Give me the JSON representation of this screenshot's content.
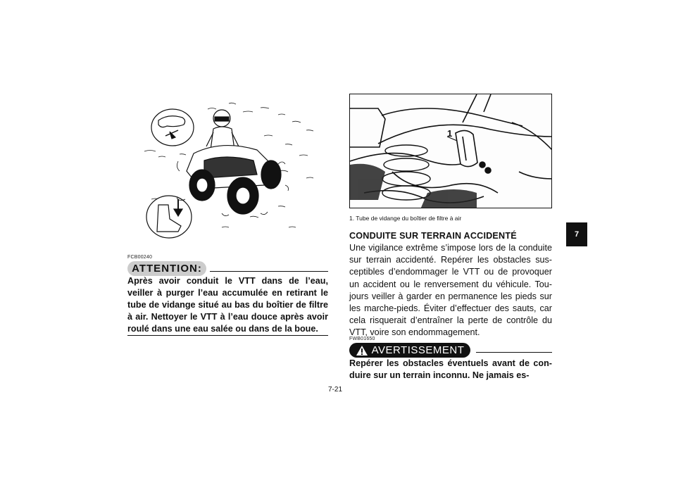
{
  "left": {
    "figure_name": "atv-water-illustration",
    "code": "FCB00240",
    "banner": "ATTENTION:",
    "warning_text": "Après avoir conduit le VTT dans de l’eau, veiller à purger l’eau accumulée en retirant le tube de vidange situé au bas du boîtier de filtre à air. Nettoyer le VTT à l’eau douce après avoir roulé dans une eau salée ou dans de la boue."
  },
  "right": {
    "figure_callout": "1",
    "caption": "1.  Tube de vidange du boîtier de filtre à air",
    "heading": "CONDUITE SUR TERRAIN ACCIDENTÉ",
    "body": "Une vigilance extrême s’impose lors de la conduite sur terrain accidenté. Repérer les obstacles sus­ceptibles d’endommager le VTT ou de provoquer un accident ou le renversement du véhicule. Tou­jours veiller à garder en permanence les pieds sur les marche-pieds. Éviter d’effectuer des sauts, car cela risquerait d’entraîner la perte de contrôle du VTT, voire son endommagement.",
    "code": "FWB01650",
    "warning_banner": "AVERTISSEMENT",
    "warning_text": "Repérer les obstacles éventuels avant de con­duire sur un terrain inconnu. Ne jamais es-"
  },
  "side_tab": "7",
  "page_number": "7-21"
}
